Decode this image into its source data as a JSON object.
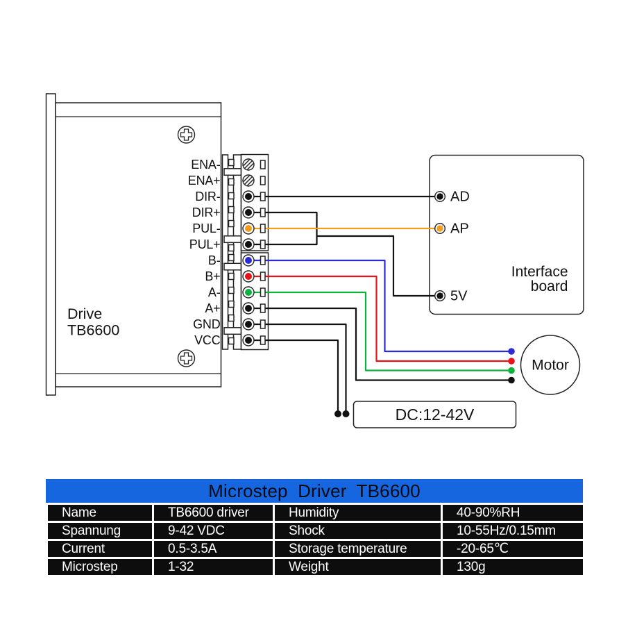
{
  "colors": {
    "outline": "#222222",
    "wire_black": "#111111",
    "wire_orange": "#F59C1F",
    "wire_blue": "#2B2BD6",
    "wire_red": "#E8121A",
    "wire_green": "#0CB13E",
    "table_header_bg": "#1566DF",
    "table_cell_bg": "#0D0D0D",
    "table_text": "#FFFFFF",
    "table_title_text": "#0A0A12"
  },
  "diagram": {
    "drive": {
      "label_line1": "Drive",
      "label_line2": "TB6600"
    },
    "driver_pins": [
      {
        "label": "ENA-",
        "connected": false
      },
      {
        "label": "ENA+",
        "connected": false
      },
      {
        "label": "DIR-",
        "connected": true,
        "color": "#111111"
      },
      {
        "label": "DIR+",
        "connected": true,
        "color": "#111111"
      },
      {
        "label": "PUL-",
        "connected": true,
        "color": "#F59C1F"
      },
      {
        "label": "PUL+",
        "connected": true,
        "color": "#111111"
      },
      {
        "label": "B-",
        "connected": true,
        "color": "#2B2BD6"
      },
      {
        "label": "B+",
        "connected": true,
        "color": "#E8121A"
      },
      {
        "label": "A-",
        "connected": true,
        "color": "#0CB13E"
      },
      {
        "label": "A+",
        "connected": true,
        "color": "#111111"
      },
      {
        "label": "GND",
        "connected": true,
        "color": "#111111"
      },
      {
        "label": "VCC",
        "connected": true,
        "color": "#111111"
      }
    ],
    "interface_board": {
      "label_line1": "Interface",
      "label_line2": "board",
      "terminals": [
        {
          "label": "AD",
          "color": "#111111"
        },
        {
          "label": "AP",
          "color": "#F59C1F"
        },
        {
          "label": "5V",
          "color": "#111111"
        }
      ]
    },
    "motor": {
      "label": "Motor",
      "lead_colors": [
        "#2B2BD6",
        "#E8121A",
        "#0CB13E",
        "#111111"
      ]
    },
    "power": {
      "label": "DC:12-42V"
    }
  },
  "table": {
    "title": "Microstep Driver TB6600",
    "rows": [
      [
        "Name",
        "TB6600 driver",
        "Humidity",
        "40-90%RH"
      ],
      [
        "Spannung",
        "9-42 VDC",
        "Shock",
        "10-55Hz/0.15mm"
      ],
      [
        "Current",
        "0.5-3.5A",
        "Storage temperature",
        "-20-65℃"
      ],
      [
        "Microstep",
        "1-32",
        "Weight",
        "130g"
      ]
    ]
  }
}
